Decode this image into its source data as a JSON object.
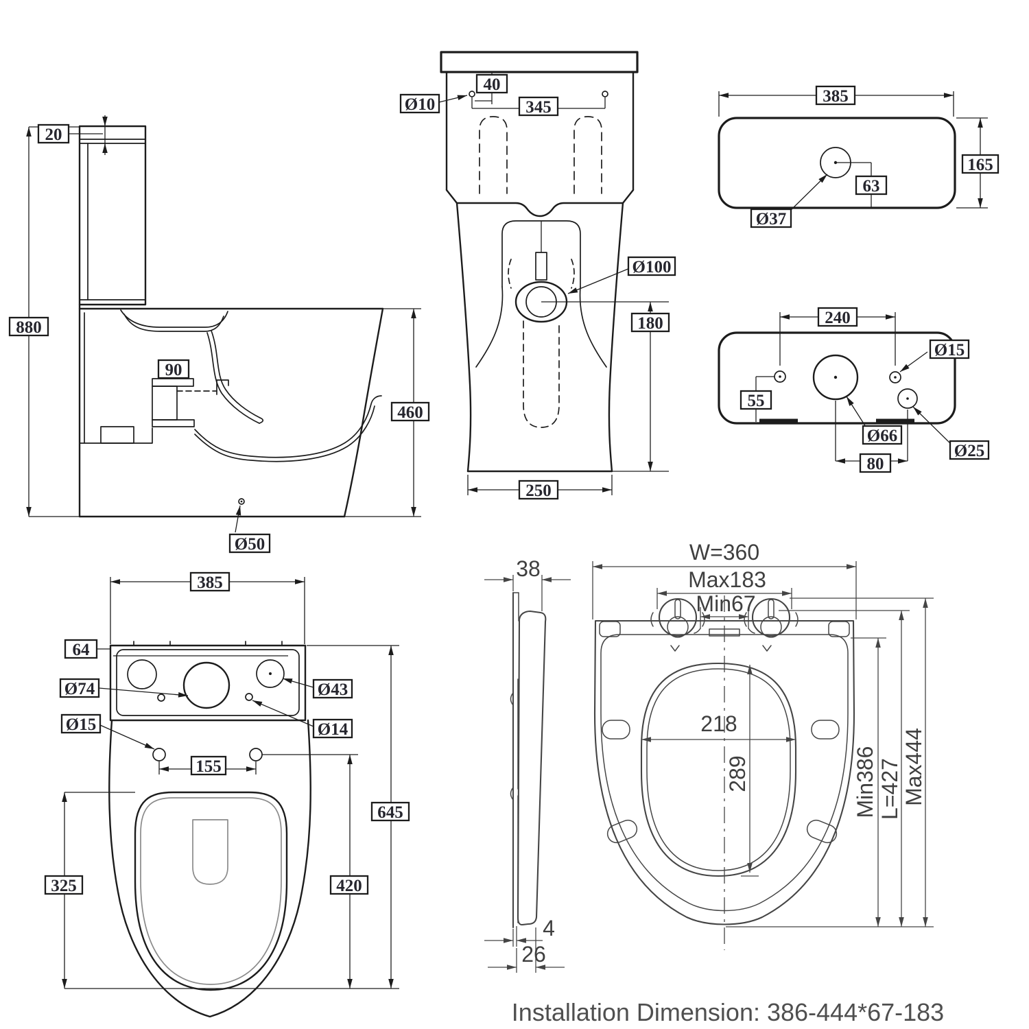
{
  "colors": {
    "background": "#ffffff",
    "drawing_line": "#1c1c1c",
    "seat_drawing_line": "#454545",
    "label_text": "#26262e",
    "caption_text": "#4f4f4f"
  },
  "caption": "Installation Dimension: 386-444*67-183",
  "views": {
    "side": {
      "name": "toilet side section",
      "d20": "20",
      "d880": "880",
      "d90": "90",
      "d460": "460",
      "d50": "Ø50"
    },
    "front": {
      "name": "toilet front view",
      "d40": "40",
      "d10": "Ø10",
      "d345": "345",
      "d100": "Ø100",
      "d180": "180",
      "d250": "250"
    },
    "lid": {
      "name": "cistern lid top view",
      "d385": "385",
      "d165": "165",
      "d63": "63",
      "d37": "Ø37"
    },
    "back": {
      "name": "cistern base view",
      "d240": "240",
      "d15": "Ø15",
      "d55": "55",
      "d66": "Ø66",
      "d25": "Ø25",
      "d80": "80"
    },
    "plan": {
      "name": "toilet plan view",
      "d385": "385",
      "d64": "64",
      "d43": "Ø43",
      "d74": "Ø74",
      "d14": "Ø14",
      "d15": "Ø15",
      "d155": "155",
      "d645": "645",
      "d420": "420",
      "d325": "325"
    },
    "seat": {
      "name": "seat views",
      "d38": "38",
      "w360": "W=360",
      "max183": "Max183",
      "min67": "Min67",
      "d218": "218",
      "d289": "289",
      "min386": "Min386",
      "l427": "L=427",
      "max444": "Max444",
      "d4": "4",
      "d26": "26"
    }
  }
}
